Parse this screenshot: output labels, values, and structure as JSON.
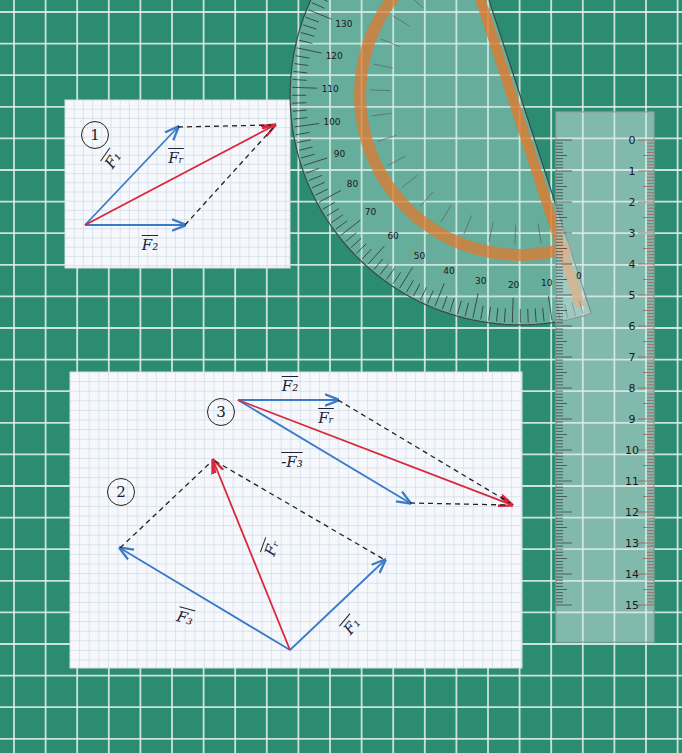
{
  "diagram": {
    "nodes": [
      {
        "text": [
          "1"
        ]
      },
      {
        "text": [
          "3"
        ]
      },
      {
        "text": [
          "2"
        ]
      }
    ],
    "labels": [
      "F₁",
      "Fᵣ",
      "F₂",
      "F₂",
      "Fᵣ",
      "-F₃",
      "Fᵣ",
      "F₃",
      "F₁",
      "0",
      "10",
      "20",
      "30",
      "40",
      "50",
      "60",
      "70",
      "80",
      "90",
      "100",
      "110",
      "120",
      "130",
      "0",
      "1",
      "2",
      "3",
      "4",
      "5",
      "6",
      "7",
      "8",
      "9",
      "10",
      "11",
      "12",
      "13",
      "14",
      "15"
    ]
  }
}
